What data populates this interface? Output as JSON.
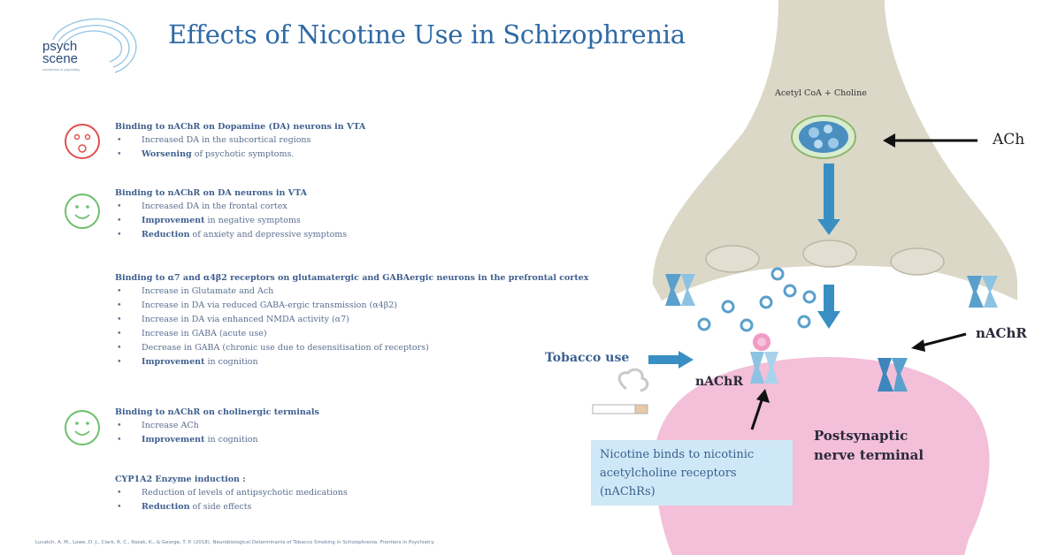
{
  "title": "Effects of Nicotine Use in Schizophrenia",
  "logo": {
    "line1": "psych",
    "line2": "scene",
    "tagline": "excellence in psychiatry"
  },
  "sections": [
    {
      "heading": "Binding to nAChR on Dopamine (DA) neurons in VTA",
      "face": "sad",
      "bullets": [
        {
          "bold": "",
          "text": "Increased DA in the subcortical regions"
        },
        {
          "bold": "Worsening",
          "text": " of psychotic symptoms."
        }
      ]
    },
    {
      "heading": "Binding to nAChR on DA neurons in VTA",
      "face": "happy",
      "bullets": [
        {
          "bold": "",
          "text": "Increased DA in the frontal cortex"
        },
        {
          "bold": "Improvement",
          "text": " in negative symptoms"
        },
        {
          "bold": "Reduction",
          "text": " of anxiety and depressive symptoms"
        }
      ]
    },
    {
      "heading": "Binding to α7 and α4β2 receptors on glutamatergic and GABAergic neurons in the prefrontal cortex",
      "face": "",
      "bullets": [
        {
          "bold": "",
          "text": "Increase in Glutamate and Ach"
        },
        {
          "bold": "",
          "text": "Increase in DA via reduced GABA-ergic transmission (α4β2)"
        },
        {
          "bold": "",
          "text": "Increase in DA via enhanced NMDA activity (α7)"
        },
        {
          "bold": "",
          "text": "Increase in GABA (acute use)"
        },
        {
          "bold": "",
          "text": "Decrease in GABA (chronic use due to desensitisation of receptors)"
        },
        {
          "bold": "Improvement",
          "text": " in cognition"
        }
      ]
    },
    {
      "heading": "Binding to nAChR on cholinergic terminals",
      "face": "happy",
      "bullets": [
        {
          "bold": "",
          "text": "Increase ACh"
        },
        {
          "bold": "Improvement",
          "text": " in cognition"
        }
      ]
    },
    {
      "heading": "CYP1A2 Enzyme induction :",
      "face": "",
      "bullets": [
        {
          "bold": "",
          "text": "Reduction of levels of antipsychotic medications"
        },
        {
          "bold": "Reduction",
          "text": " of side effects"
        }
      ]
    }
  ],
  "diagram": {
    "acetyl_label": "Acetyl CoA + Choline",
    "ach_label": "ACh",
    "nachr_right_label": "nAChR",
    "nachr_center_label": "nAChR",
    "tobacco_label": "Tobacco use",
    "postsynaptic_line1": "Postsynaptic",
    "postsynaptic_line2": "nerve terminal",
    "callout": "Nicotine binds to nicotinic acetylcholine receptors (nAChRs)"
  },
  "citation": "Lucatch, A. M., Lowe, D. J., Clark, R. C., Kozak, K., & George, T. P. (2018). Neurobiological Determinants of Tobacco Smoking in Schizophrenia. Frontiers in Psychiatry.",
  "colors": {
    "title": "#2e6aa6",
    "presynaptic": "#dcd8c8",
    "postsynaptic": "#f3bfd9",
    "receptor": "#5aa0cc",
    "arrow_blue": "#3a8fc2",
    "callout_bg": "#cfe8f7"
  }
}
